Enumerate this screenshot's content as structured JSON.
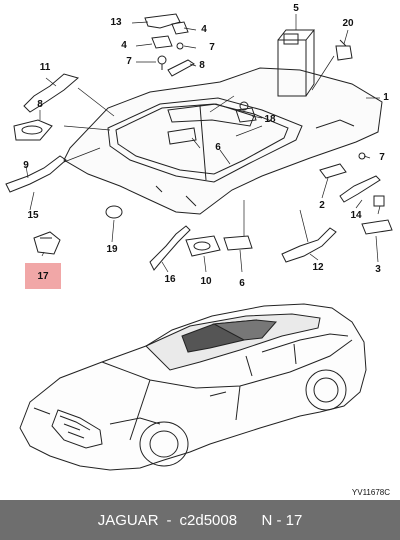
{
  "callouts": {
    "c13": "13",
    "c4a": "4",
    "c4b": "4",
    "c7a": "7",
    "c7b": "7",
    "c5": "5",
    "c20": "20",
    "c1": "1",
    "c11": "11",
    "c8": "8",
    "c9": "9",
    "c15": "15",
    "c6a": "6",
    "c18": "18",
    "c7c": "7",
    "c2": "2",
    "c14": "14",
    "c8b": "8",
    "c19": "19",
    "c16": "16",
    "c10": "10",
    "c6b": "6",
    "c12": "12",
    "c3": "3"
  },
  "highlight": {
    "label": "17",
    "color": "#f1a7a7"
  },
  "reference_code": "YV11678C",
  "footer": {
    "brand": "JAGUAR",
    "separator": "-",
    "part_number": "c2d5008",
    "position_label": "N - 17",
    "background": "#6e6e6e"
  }
}
